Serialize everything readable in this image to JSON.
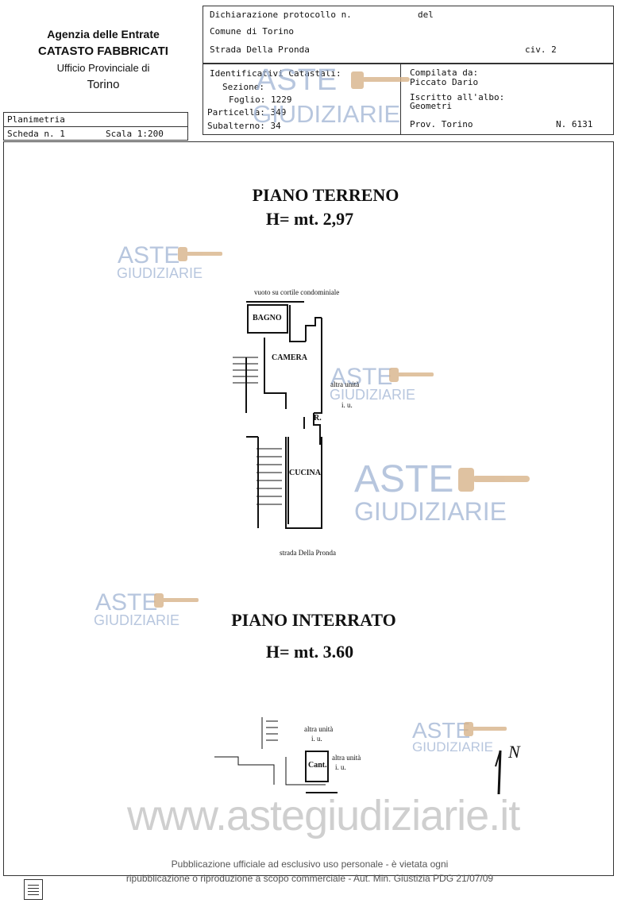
{
  "header": {
    "agency_line1": "Agenzia delle Entrate",
    "agency_line2": "CATASTO FABBRICATI",
    "agency_line3": "Ufficio Provinciale di",
    "agency_line4": "Torino",
    "planimetria_label": "Planimetria",
    "scheda": "Scheda n. 1",
    "scala": "Scala 1:200"
  },
  "declaration": {
    "protocollo": "Dichiarazione protocollo n.",
    "del": "del",
    "comune": "Comune di Torino",
    "indirizzo": "Strada Della Pronda",
    "civico": "civ. 2"
  },
  "identificativi": {
    "title": "Identificativi Catastali:",
    "sezione": "Sezione:",
    "foglio": "Foglio: 1229",
    "particella": "Particella: 349",
    "subalterno": "Subalterno: 34"
  },
  "compilata": {
    "title": "Compilata da:",
    "name": "Piccato Dario",
    "iscritto": "Iscritto all'albo:",
    "albo": "Geometri",
    "prov": "Prov. Torino",
    "numero": "N. 6131"
  },
  "plan_ground": {
    "title": "PIANO TERRENO",
    "height": "H= mt. 2,97",
    "top_note": "vuoto su cortile condominiale",
    "rooms": [
      "BAGNO",
      "CAMERA",
      "R.",
      "CUCINA"
    ],
    "side_note_1": "altra unità",
    "side_note_2": "i. u.",
    "street": "strada Della Pronda"
  },
  "plan_basement": {
    "title": "PIANO INTERRATO",
    "height": "H= mt. 3.60",
    "note_a_1": "altra unità",
    "note_a_2": "i. u.",
    "note_b_1": "altra unità",
    "note_b_2": "i. u.",
    "room": "Cant.",
    "north": "N"
  },
  "watermark": {
    "line1": "ASTE",
    "line2": "GIUDIZIARIE",
    "site": "www.astegiudiziarie.it"
  },
  "footer": {
    "line1": "Pubblicazione ufficiale ad esclusivo uso personale - è vietata ogni",
    "line2": "ripubblicazione o riproduzione a scopo commerciale - Aut. Min. Giustizia PDG 21/07/09"
  },
  "colors": {
    "watermark": "#9fb3d3",
    "gavel": "#d8b48a",
    "text": "#111111"
  },
  "icons": [
    "gavel-icon",
    "document-icon",
    "north-arrow-icon"
  ]
}
